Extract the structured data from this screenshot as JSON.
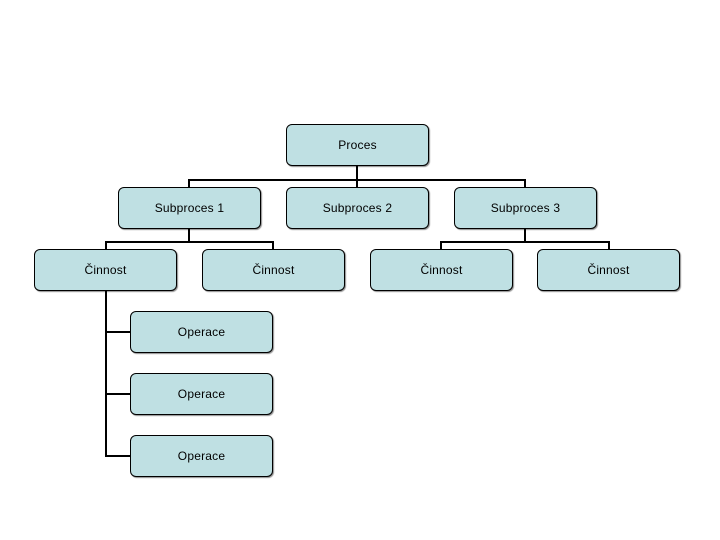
{
  "root": {
    "label": "Proces"
  },
  "subprocesses": [
    {
      "label": "Subproces 1"
    },
    {
      "label": "Subproces 2"
    },
    {
      "label": "Subproces 3"
    }
  ],
  "activities": [
    {
      "label": "Činnost"
    },
    {
      "label": "Činnost"
    },
    {
      "label": "Činnost"
    },
    {
      "label": "Činnost"
    }
  ],
  "operations": [
    {
      "label": "Operace"
    },
    {
      "label": "Operace"
    },
    {
      "label": "Operace"
    }
  ],
  "colors": {
    "node_fill": "#bfe0e3",
    "node_border": "#000000",
    "connector": "#000000"
  }
}
